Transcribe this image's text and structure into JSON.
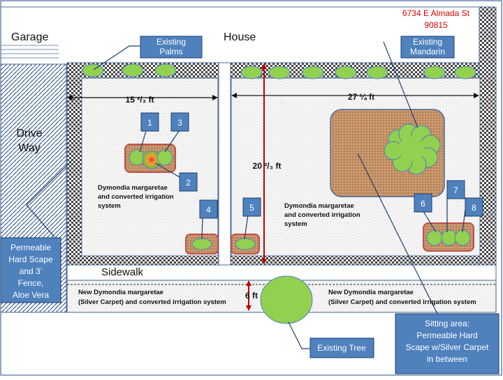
{
  "address": {
    "line1": "6734 E Almada St",
    "line2": "90815"
  },
  "labels": {
    "garage": "Garage",
    "house": "House",
    "drive_way_1": "Drive",
    "drive_way_2": "Way",
    "sidewalk": "Sidewalk"
  },
  "callouts": {
    "existing_palms": [
      "Existing",
      "Palms"
    ],
    "existing_mandarin": [
      "Existing",
      "Mandarin"
    ],
    "permeable_left": [
      "Permeable",
      "Hard Scape",
      "and 3’",
      "Fence,",
      "Aloe Vera"
    ],
    "existing_tree": [
      "Existing Tree"
    ],
    "sitting_area": [
      "Sitting area:",
      "Permeable Hard",
      "Scape w/Silver Carpet",
      "in between"
    ]
  },
  "dimensions": {
    "left_width": "15 ²/₃ ft",
    "right_width": "27 ¼ ft",
    "depth": "20 ²/₃ ft",
    "strip_depth": "6 ft"
  },
  "planting_notes": {
    "left_yard": [
      "Dymondia margaretae",
      "and converted irrigation",
      "system"
    ],
    "right_yard": [
      "Dymondia margaretae",
      "and converted irrigation",
      "system"
    ],
    "strip_left": [
      "New Dymondia margaretae",
      "(Silver Carpet)  and converted irrigation  system"
    ],
    "strip_right": [
      "New Dymondia margaretae",
      "(Silver Carpet)  and converted irrigation  system"
    ]
  },
  "plant_numbers": [
    "1",
    "2",
    "3",
    "4",
    "5",
    "6",
    "7",
    "8"
  ],
  "colors": {
    "callout_fill": "#4f81bd",
    "callout_text": "#ffffff",
    "plant_green": "#92d050",
    "mulch": "#c8956a",
    "mulch_border": "#c0504d",
    "dimension_arrow": "#c00000",
    "address_text": "#e00000",
    "border_line": "#4a6a99"
  }
}
